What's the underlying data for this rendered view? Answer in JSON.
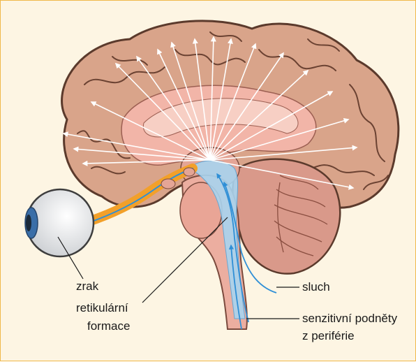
{
  "labels": {
    "vision": "zrak",
    "reticular_line1": "retikulární",
    "reticular_line2": "formace",
    "hearing": "sluch",
    "sensory_line1": "senzitivní podněty",
    "sensory_line2": "z periférie"
  },
  "colors": {
    "background": "#fdf5e3",
    "border": "#f0b84a",
    "cortex": "#d9a48a",
    "cortex_outline": "#5b3a2c",
    "inner_region": "#f2b5a8",
    "projection_arrows": "#ffffff",
    "sensory_pathways": "#2f8fd6",
    "optic_tract": "#f2a02a",
    "eye": "#f2f3f4"
  }
}
